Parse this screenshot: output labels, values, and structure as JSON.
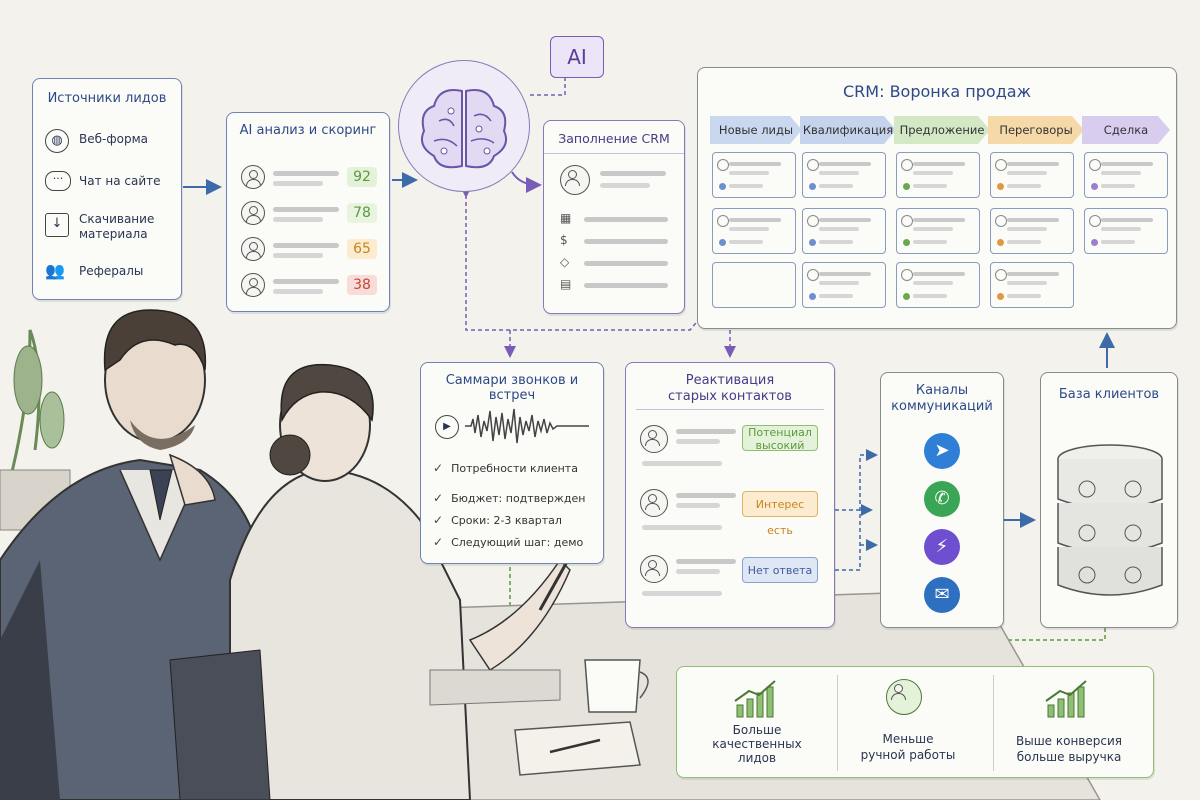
{
  "ai_badge": "AI",
  "sources": {
    "title": "Источники лидов",
    "items": [
      {
        "icon": "globe-icon",
        "label": "Веб-форма"
      },
      {
        "icon": "chat-icon",
        "label": "Чат на сайте"
      },
      {
        "icon": "download-icon",
        "label": "Скачивание\nматериала"
      },
      {
        "icon": "people-icon",
        "label": "Рефералы"
      }
    ]
  },
  "scoring": {
    "title": "AI анализ и скоринг",
    "scores": [
      {
        "value": "92",
        "color": "#5a9a3c",
        "bg": "#e4f2da"
      },
      {
        "value": "78",
        "color": "#5a9a3c",
        "bg": "#e9f4e0"
      },
      {
        "value": "65",
        "color": "#c9841f",
        "bg": "#fbeccf"
      },
      {
        "value": "38",
        "color": "#c4453a",
        "bg": "#f8dcd8"
      }
    ]
  },
  "crm_fill": {
    "title": "Заполнение CRM"
  },
  "funnel": {
    "title": "CRM: Воронка продаж",
    "stages": [
      {
        "label": "Новые лиды",
        "color": "#c9d7ef"
      },
      {
        "label": "Квалификация",
        "color": "#c5d3ec"
      },
      {
        "label": "Предложение",
        "color": "#d3e8c4"
      },
      {
        "label": "Переговоры",
        "color": "#f6d9a8"
      },
      {
        "label": "Сделка",
        "color": "#d9cdef"
      }
    ],
    "dot_colors": [
      "#6d8fcf",
      "#6d8fcf",
      "#6aa84f",
      "#e09a3e",
      "#9a7fcf"
    ]
  },
  "summary": {
    "title": "Саммари звонков и встреч",
    "checks": [
      "Потребности клиента",
      "Бюджет: подтвержден",
      "Сроки: 2-3 квартал",
      "Следующий шаг: демо"
    ]
  },
  "reactivation": {
    "title": "Реактивация\nстарых контактов",
    "tags": [
      {
        "label": "Потенциал\nвысокий",
        "color": "#5a9a3c",
        "bg": "#e4f2da"
      },
      {
        "label": "Интерес есть",
        "color": "#c9841f",
        "bg": "#fbeccf"
      },
      {
        "label": "Нет ответа",
        "color": "#3d5a99",
        "bg": "#dfe7f5"
      }
    ]
  },
  "channels": {
    "title": "Каналы\nкоммуникаций",
    "items": [
      {
        "icon": "telegram-icon",
        "color": "#2f7fd6"
      },
      {
        "icon": "whatsapp-icon",
        "color": "#3aa655"
      },
      {
        "icon": "messenger-icon",
        "color": "#6e4fd0"
      },
      {
        "icon": "email-icon",
        "color": "#2f6fc0"
      }
    ]
  },
  "clients_db": {
    "title": "База клиентов"
  },
  "results": [
    {
      "icon": "growth-chart-icon",
      "label": "Больше\nкачественных\nлидов"
    },
    {
      "icon": "user-icon",
      "label": "Меньше\nручной работы"
    },
    {
      "icon": "growth-chart-icon",
      "label": "Выше конверсия\nбольше выручка"
    }
  ]
}
